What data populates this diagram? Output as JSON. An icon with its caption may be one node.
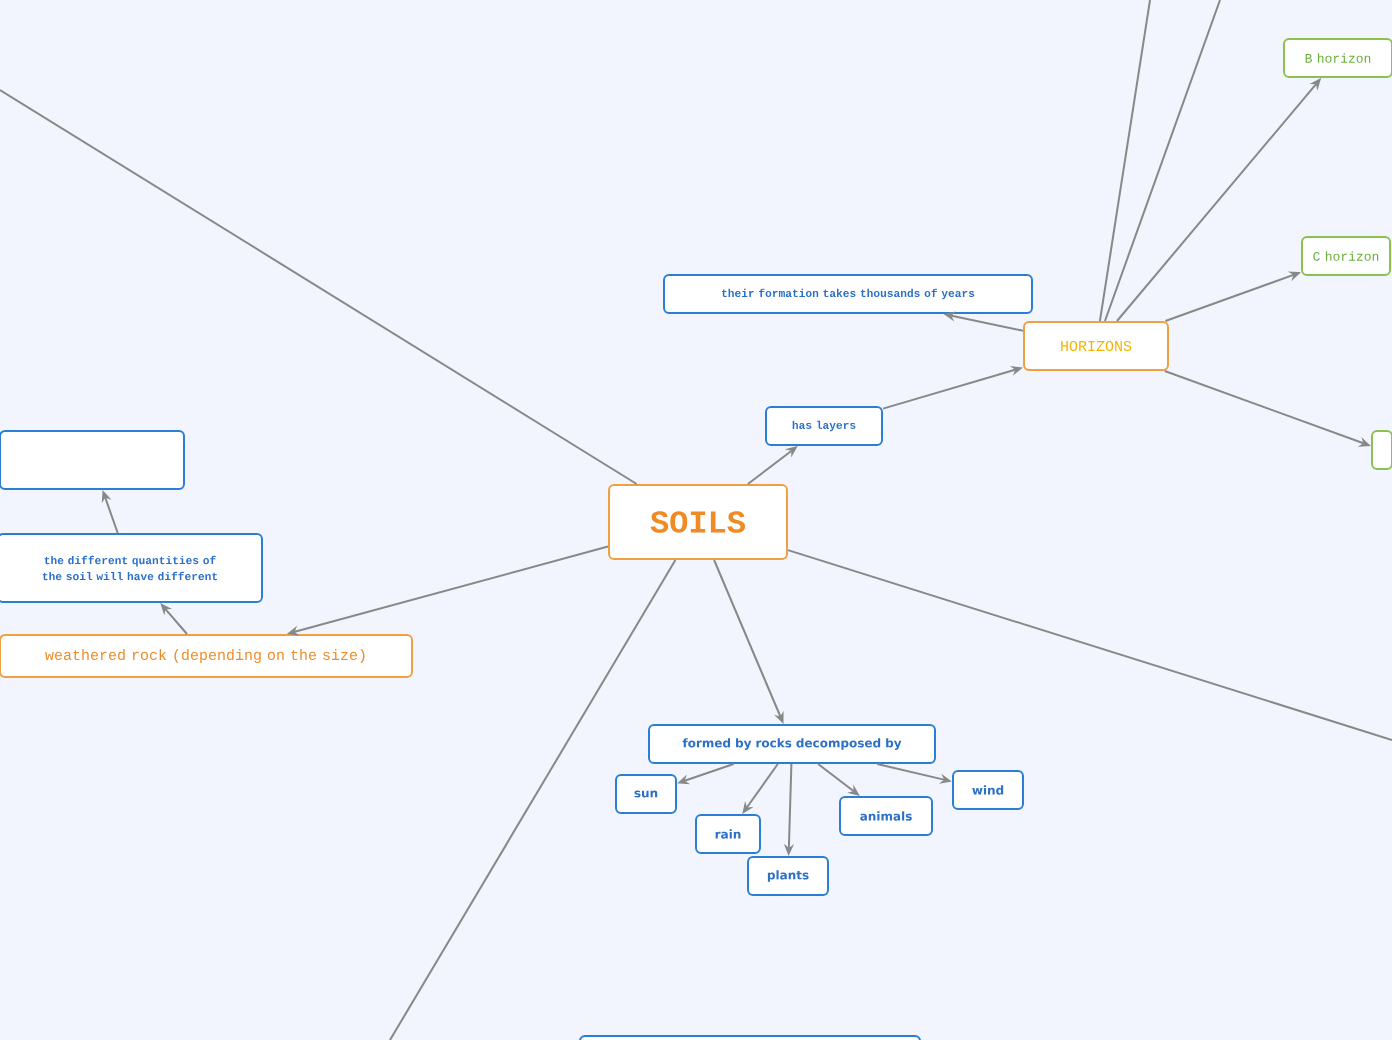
{
  "diagram": {
    "nodes": [
      {
        "text": [
          "SOILS"
        ]
      },
      {
        "text": [
          "has layers"
        ]
      },
      {
        "text": [
          "HORIZONS"
        ]
      },
      {
        "text": [
          "their formation takes thousands of years"
        ]
      },
      {
        "text": [
          "B horizon"
        ]
      },
      {
        "text": [
          "C horizon"
        ]
      },
      {
        "text": [],
        "shape": "box"
      },
      {
        "text": [
          "formed by rocks decomposed by"
        ]
      },
      {
        "text": [
          "sun"
        ]
      },
      {
        "text": [
          "rain"
        ]
      },
      {
        "text": [
          "plants"
        ]
      },
      {
        "text": [
          "animals"
        ]
      },
      {
        "text": [
          "wind"
        ]
      },
      {
        "text": [
          "weathered rock (depending on the size)"
        ]
      },
      {
        "text": [
          "the different quantities of the soil will have different"
        ]
      },
      {
        "text": [],
        "shape": "box"
      },
      {
        "text": [],
        "shape": "box"
      }
    ],
    "edges": [
      {
        "from": 0,
        "to": 1,
        "arrow": "to"
      },
      {
        "from": 1,
        "to": 2,
        "arrow": "to"
      },
      {
        "from": 2,
        "to": 3,
        "arrow": "to"
      },
      {
        "from": 2,
        "to": 4,
        "arrow": "to"
      },
      {
        "from": 2,
        "to": 5,
        "arrow": "to"
      },
      {
        "from": 2,
        "to": 6,
        "arrow": "to"
      },
      {
        "from": 0,
        "to": 7,
        "arrow": "to"
      },
      {
        "from": 7,
        "to": 8,
        "arrow": "to"
      },
      {
        "from": 7,
        "to": 9,
        "arrow": "to"
      },
      {
        "from": 7,
        "to": 10,
        "arrow": "to"
      },
      {
        "from": 7,
        "to": 11,
        "arrow": "to"
      },
      {
        "from": 7,
        "to": 12,
        "arrow": "to"
      },
      {
        "from": 0,
        "to": 13,
        "arrow": "to"
      },
      {
        "from": 13,
        "to": 14,
        "arrow": "to"
      },
      {
        "from": 14,
        "to": 15,
        "arrow": "to"
      },
      {
        "from": 0,
        "to": null,
        "arrow": "none"
      },
      {
        "from": 0,
        "to": null,
        "arrow": "none"
      },
      {
        "from": 0,
        "to": null,
        "arrow": "none"
      },
      {
        "from": 2,
        "to": null,
        "arrow": "none"
      },
      {
        "from": 2,
        "to": null,
        "arrow": "none"
      }
    ]
  }
}
